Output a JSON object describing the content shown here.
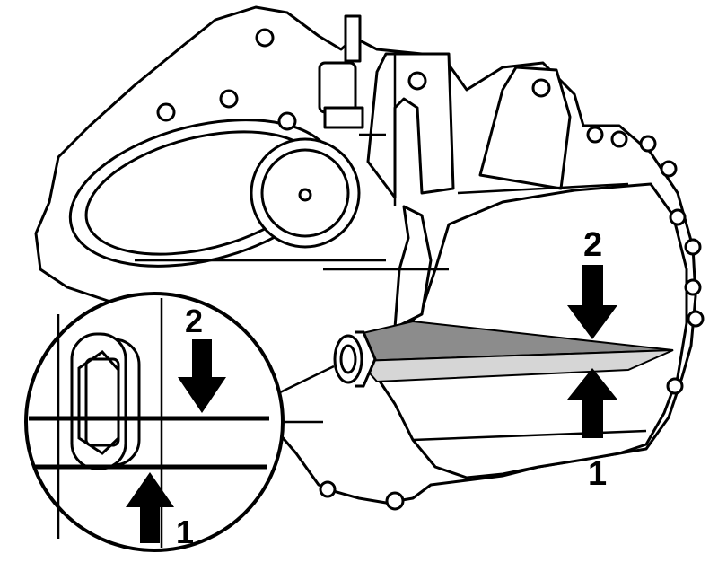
{
  "callouts": {
    "main_upper": "2",
    "main_lower": "1",
    "detail_upper": "2",
    "detail_lower": "1"
  },
  "colors": {
    "line": "#000000",
    "background": "#ffffff",
    "fluid_dark": "#8c8c8c",
    "fluid_light": "#d6d6d6"
  }
}
